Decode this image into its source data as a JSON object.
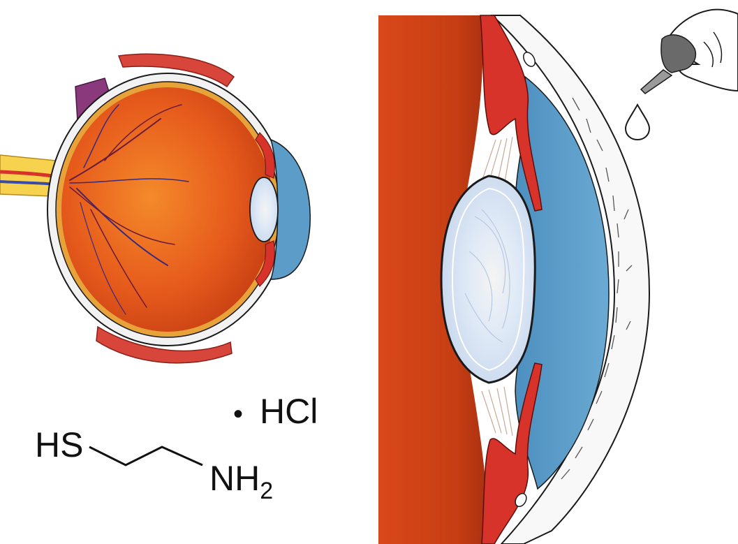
{
  "colors": {
    "background": "#ffffff",
    "vitreous": "#e0521c",
    "vitreous_dark": "#b8360f",
    "aqueous": "#5b9cc8",
    "lens": "#e6eef8",
    "muscle": "#d93a2e",
    "sclera": "#f6f6f6",
    "optic_nerve_yellow": "#f3c13a",
    "vessel": "#5a2a7a",
    "outline": "#1a1a1a"
  },
  "chemical": {
    "thiol_label": "HS",
    "amine_label": "NH",
    "amine_subscript": "2",
    "salt_dot": "•",
    "salt_label": "HCl"
  },
  "icons": {
    "eye": "eye-cross-section-icon",
    "detail": "anterior-segment-detail-icon",
    "dropper": "eye-dropper-hand-icon",
    "drop": "droplet-icon"
  }
}
